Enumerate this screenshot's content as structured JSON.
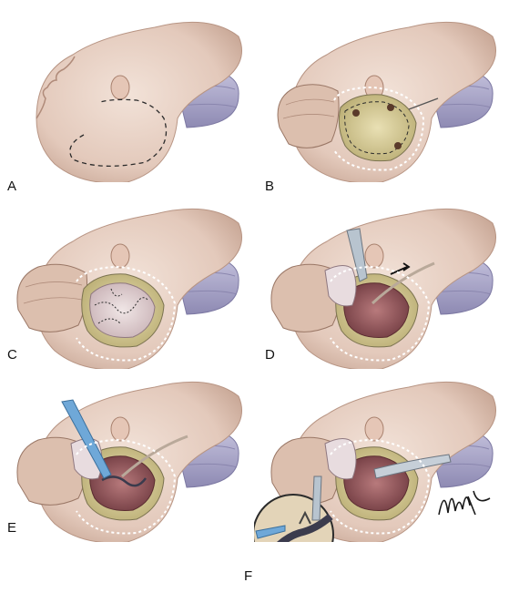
{
  "figure": {
    "panels": [
      {
        "id": "A",
        "label": "A",
        "step": "incision-outline"
      },
      {
        "id": "B",
        "label": "B",
        "step": "scalp-flap-craniotomy"
      },
      {
        "id": "C",
        "label": "C",
        "step": "dural-opening"
      },
      {
        "id": "D",
        "label": "D",
        "step": "retraction-dissection"
      },
      {
        "id": "E",
        "label": "E",
        "step": "vessel-dissection"
      },
      {
        "id": "F",
        "label": "F",
        "step": "clip-application-inset"
      }
    ],
    "colors": {
      "skin": "#e8d3c6",
      "skin_shadow": "#c9aa98",
      "pad": "#b3b0d0",
      "pad_shadow": "#8f8bb5",
      "bone": "#d9cf9c",
      "dura": "#e6d9d7",
      "brain": "#a3636a",
      "vessel": "#3b3b4d",
      "instrument": "#b8c4cf"
    }
  }
}
